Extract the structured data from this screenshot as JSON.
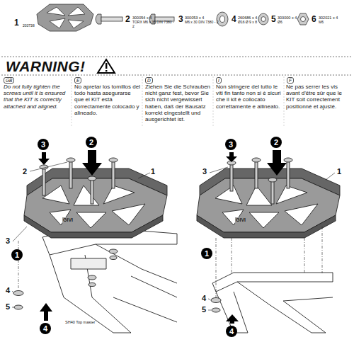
{
  "diagram": {
    "labels": [
      "1",
      "203738",
      "2",
      "300054 x 4",
      "TORX M6 x 35 DIN 7380 - 2",
      "3",
      "300053 x 4",
      "M6 x 30 DIN 7380 - 2",
      "4",
      "260686 x 4",
      "Ø16 Ø 9 x 8",
      "5",
      "303000 x 4",
      "Ø6",
      "6",
      "302021 x 4",
      "M6",
      "WARNING!",
      "GB",
      "E",
      "D",
      "I",
      "F",
      "Do not fully tighten the screws until it is ensured that the KIT is correctly attached and aligned.",
      "No apretar los tornillos del todo hasta asegurarse que el KIT está correctamente colocado y alineado.",
      "Ziehen Sie die Schrauben nicht ganz fest, bevor Sie sich nicht vergewissert haben, daß der Bausatz korrekt eingestellt und ausgerichtet ist.",
      "Non stringere del tutto le viti fin tanto non si è sicuri che il kit è collocato correttamente e allineato.",
      "Ne pas serrer les vis avant d'être sûr que le KIT soit correctement positionné et ajusté.",
      "GIVI",
      "GIVI",
      "3",
      "2",
      "2",
      "1",
      "3",
      "1",
      "4",
      "5",
      "4",
      "SH40 Top master",
      "3",
      "2",
      "3",
      "1",
      "1",
      "4",
      "5",
      "4"
    ]
  }
}
